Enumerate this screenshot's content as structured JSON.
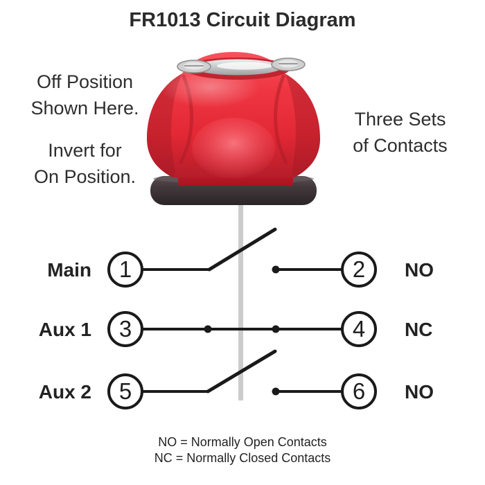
{
  "title": "FR1013 Circuit Diagram",
  "annotations": {
    "off_position": "Off Position\nShown Here.",
    "invert": "Invert for\nOn Position.",
    "contacts": "Three Sets\nof Contacts"
  },
  "product": {
    "name": "battery-disconnect-knob",
    "knob_red": "#e93a44",
    "knob_red_dark": "#b51d29",
    "base_black": "#3a3436",
    "shaft_gray": "#cccccc",
    "line_black": "#1a1a1a"
  },
  "circuit": {
    "rows": [
      {
        "label": "Main",
        "left_terminal": "1",
        "right_terminal": "2",
        "contact_type": "NO",
        "state": "open"
      },
      {
        "label": "Aux 1",
        "left_terminal": "3",
        "right_terminal": "4",
        "contact_type": "NC",
        "state": "closed"
      },
      {
        "label": "Aux 2",
        "left_terminal": "5",
        "right_terminal": "6",
        "contact_type": "NO",
        "state": "open"
      }
    ]
  },
  "legend": {
    "no_line": "NO = Normally Open Contacts",
    "nc_line": "NC = Normally Closed Contacts"
  }
}
